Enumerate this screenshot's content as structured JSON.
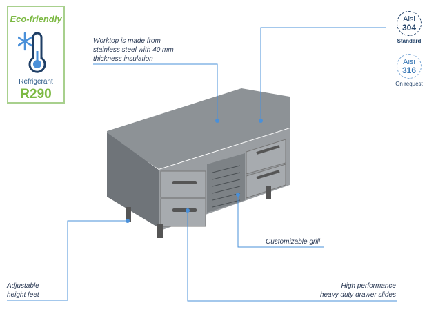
{
  "eco_badge": {
    "title": "Eco-friendly",
    "icon": "thermometer-snowflake-icon",
    "label": "Refrigerant",
    "value": "R290"
  },
  "materials": [
    {
      "prefix": "Aisi",
      "grade": "304",
      "caption": "Standard",
      "color": "#1f3f66"
    },
    {
      "prefix": "Aisi",
      "grade": "316",
      "caption": "On request",
      "color": "#3a78b5"
    }
  ],
  "callouts": {
    "worktop": [
      "Worktop is made from",
      "stainless steel with 40 mm",
      "thickness insulation"
    ],
    "grill": "Customizable grill",
    "feet": [
      "Adjustable",
      "height feet"
    ],
    "slides": [
      "High performance",
      "heavy duty drawer slides"
    ]
  },
  "accent": "#4a90d9"
}
